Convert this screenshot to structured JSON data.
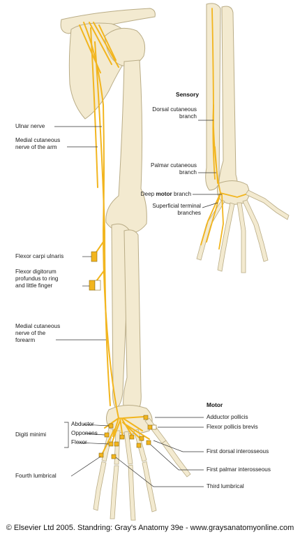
{
  "colors": {
    "bone": "#f3ead0",
    "bone_edge": "#b9ac86",
    "nerve": "#f2b51e",
    "nerve_edge": "#c98f0a",
    "muscle_box": "#f2b51e",
    "leader": "#333333"
  },
  "headers": {
    "sensory": "Sensory",
    "motor": "Motor"
  },
  "left_labels": {
    "ulnar_nerve": "Ulnar nerve",
    "medial_cutaneous_arm": "Medial cutaneous\nnerve of the arm",
    "fcu": "Flexor carpi ulnaris",
    "fdp": "Flexor digitorum\nprofundus to ring\nand little finger",
    "medial_cutaneous_forearm": "Medial cutaneous\nnerve of the\nforearm",
    "digiti_minimi": "Digiti minimi",
    "abductor": "Abductor",
    "opponens": "Opponens",
    "flexor": "Flexor",
    "fourth_lumbrical": "Fourth lumbrical"
  },
  "sensory_labels": {
    "dorsal_cutaneous": "Dorsal cutaneous\nbranch",
    "palmar_cutaneous": "Palmar cutaneous\nbranch",
    "deep_motor_pre": "Deep ",
    "deep_motor_bold": "motor",
    "deep_motor_post": " branch",
    "superficial_terminal": "Superficial terminal\nbranches"
  },
  "motor_labels": {
    "adductor_pollicis": "Adductor pollicis",
    "flexor_pollicis_brevis": "Flexor pollicis brevis",
    "first_dorsal_interosseous": "First dorsal interosseous",
    "first_palmar_interosseous": "First palmar interosseous",
    "third_lumbrical": "Third lumbrical"
  },
  "copyright": "© Elsevier Ltd 2005. Standring: Gray's Anatomy 39e - www.graysanatomyonline.com"
}
